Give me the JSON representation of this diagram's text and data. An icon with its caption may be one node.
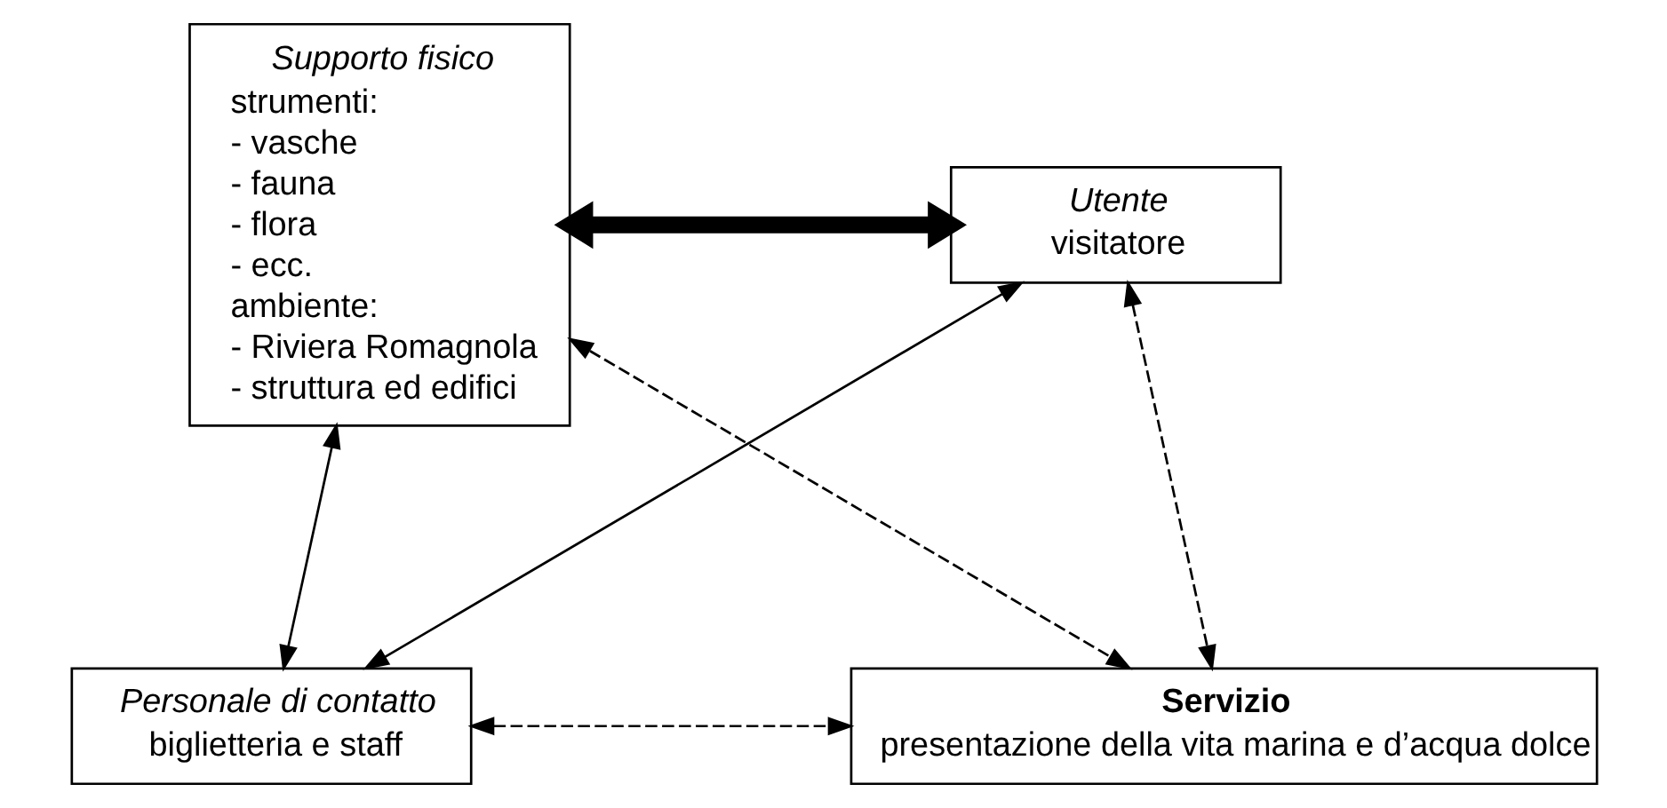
{
  "diagram": {
    "nodes": [
      {
        "text": [
          "Supporto fisico",
          "strumenti:",
          "- vasche",
          "- fauna",
          "- flora",
          "- ecc.",
          "ambiente:",
          "- Riviera Romagnola",
          "- struttura ed edifici"
        ]
      },
      {
        "text": [
          "Utente",
          "visitatore"
        ]
      },
      {
        "text": [
          "Personale di contatto",
          "biglietteria e staff"
        ]
      },
      {
        "text": [
          "Servizio",
          "presentazione della vita marina e d’acqua dolce"
        ]
      }
    ],
    "edges": [
      {
        "from": 0,
        "to": 1,
        "arrow": "both",
        "style": "thick"
      },
      {
        "from": 0,
        "to": 3,
        "arrow": "both",
        "style": "dashed"
      },
      {
        "from": 1,
        "to": 3,
        "arrow": "both",
        "style": "dashed"
      },
      {
        "from": 0,
        "to": 2,
        "arrow": "both"
      },
      {
        "from": 1,
        "to": 2,
        "arrow": "both"
      },
      {
        "from": 2,
        "to": 3,
        "arrow": "both",
        "style": "dashed"
      }
    ]
  }
}
